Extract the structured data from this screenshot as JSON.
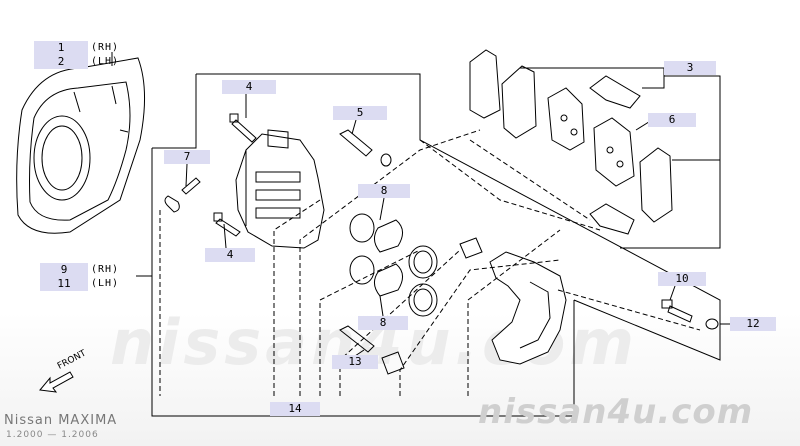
{
  "callouts": [
    {
      "id": "1",
      "qualifier": "(RH)"
    },
    {
      "id": "2",
      "qualifier": "(LH)"
    },
    {
      "id": "3",
      "qualifier": ""
    },
    {
      "id": "4",
      "qualifier": ""
    },
    {
      "id": "5",
      "qualifier": ""
    },
    {
      "id": "6",
      "qualifier": ""
    },
    {
      "id": "7",
      "qualifier": ""
    },
    {
      "id": "8",
      "qualifier": ""
    },
    {
      "id": "9",
      "qualifier": "(RH)"
    },
    {
      "id": "10",
      "qualifier": ""
    },
    {
      "id": "11",
      "qualifier": "(LH)"
    },
    {
      "id": "12",
      "qualifier": ""
    },
    {
      "id": "13",
      "qualifier": ""
    },
    {
      "id": "14",
      "qualifier": ""
    }
  ],
  "direction_label": "FRONT",
  "watermark": "nissan4u.com",
  "watermark_small": "nissan4u.com",
  "model_name": "Nissan  MAXIMA",
  "model_years": "1.2000 — 1.2006",
  "colors": {
    "callout_bg": "#dcdcf2",
    "line": "#000000",
    "watermark": "#cfcfcf"
  }
}
